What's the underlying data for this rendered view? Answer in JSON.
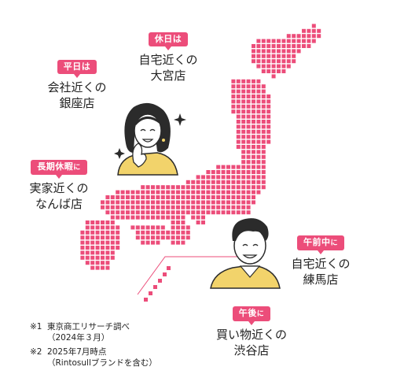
{
  "callouts": {
    "holiday": {
      "label": "休日は",
      "place_line1": "自宅近くの",
      "place_line2": "大宮店"
    },
    "weekday": {
      "label": "平日は",
      "place_line1": "会社近くの",
      "place_line2": "銀座店"
    },
    "vacation": {
      "label_main": "長期休暇",
      "label_particle": "に",
      "place_line1": "実家近くの",
      "place_line2": "なんば店"
    },
    "morning": {
      "label_main": "午前中",
      "label_particle": "に",
      "place_line1": "自宅近くの",
      "place_line2": "練馬店"
    },
    "afternoon": {
      "label_main": "午後",
      "label_particle": "に",
      "place_line1": "買い物近くの",
      "place_line2": "渋谷店"
    }
  },
  "notes": [
    {
      "mark": "※1",
      "line1": "東京商工リサーチ調べ",
      "line2": "（2024年３月）"
    },
    {
      "mark": "※2",
      "line1": "2025年7月時点",
      "line2": "（Rintosullブランドを含む）"
    }
  ],
  "colors": {
    "accent": "#ec4d7a",
    "map_dot": "#ec4d7a",
    "shirt": "#f2d36b",
    "hair": "#2b2b2b",
    "skin": "#ffffff"
  },
  "icons": [
    "woman-illustration",
    "man-illustration",
    "sparkle-icon",
    "japan-map"
  ]
}
